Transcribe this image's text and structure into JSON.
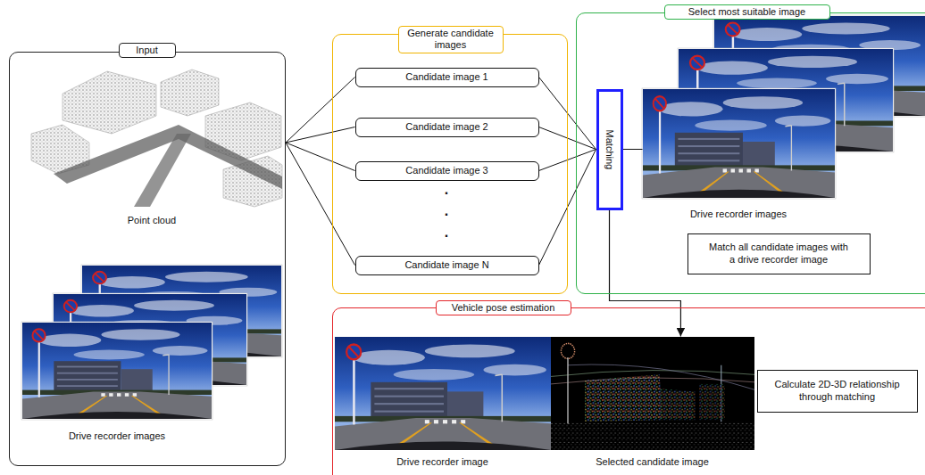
{
  "diagram": {
    "nodes": [
      {
        "text": [
          "Input"
        ]
      },
      {
        "text": [
          "Generate candidate images"
        ]
      },
      {
        "text": [
          "Candidate image 1"
        ],
        "in": 1
      },
      {
        "text": [
          "Candidate image 2"
        ],
        "in": 1
      },
      {
        "text": [
          "Candidate image 3"
        ],
        "in": 1
      },
      {
        "text": [
          "Candidate image N"
        ],
        "in": 1
      },
      {
        "text": [
          "Select most suitable image"
        ]
      },
      {
        "text": [
          "Matching"
        ],
        "in": 6
      },
      {
        "text": [
          "Drive recorder images"
        ],
        "in": 6
      },
      {
        "text": [
          "Match all candidate images with a drive recorder image"
        ],
        "in": 6
      },
      {
        "text": [
          "Vehicle pose estimation"
        ]
      },
      {
        "text": [
          "Drive recorder image"
        ],
        "in": 10
      },
      {
        "text": [
          "Selected candidate image"
        ],
        "in": 10
      },
      {
        "text": [
          "Calculate 2D-3D relationship through matching"
        ],
        "in": 10
      }
    ],
    "edges": [
      {
        "from": 0,
        "to": 2,
        "arrow": "none"
      },
      {
        "from": 0,
        "to": 3,
        "arrow": "none"
      },
      {
        "from": 0,
        "to": 4,
        "arrow": "none"
      },
      {
        "from": 0,
        "to": 5,
        "arrow": "none"
      },
      {
        "from": 2,
        "to": 7,
        "arrow": "none"
      },
      {
        "from": 3,
        "to": 7,
        "arrow": "none"
      },
      {
        "from": 4,
        "to": 7,
        "arrow": "none"
      },
      {
        "from": 5,
        "to": 7,
        "arrow": "none"
      },
      {
        "from": 7,
        "to": 8,
        "arrow": "none"
      },
      {
        "from": 7,
        "to": 12,
        "arrow": "to"
      }
    ],
    "labels": [
      "Point cloud",
      "Drive recorder images",
      ".",
      ".",
      "."
    ]
  }
}
